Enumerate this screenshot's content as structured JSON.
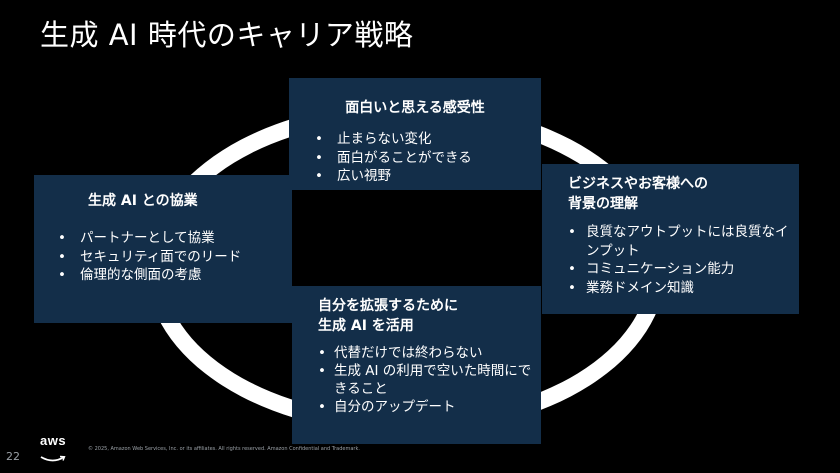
{
  "slide": {
    "title": "生成 AI 時代のキャリア戦略",
    "page_number": "22",
    "logo_text": "aws",
    "copyright": "© 2025, Amazon Web Services, Inc. or its affiliates. All rights reserved. Amazon Confidential and Trademark."
  },
  "boxes": {
    "top": {
      "heading": "面白いと思える感受性",
      "items": [
        "止まらない変化",
        "面白がることができる",
        "広い視野"
      ]
    },
    "left": {
      "heading": "生成 AI との協業",
      "items": [
        "パートナーとして協業",
        "セキュリティ面でのリード",
        "倫理的な側面の考慮"
      ]
    },
    "right": {
      "heading_line1": "ビジネスやお客様への",
      "heading_line2": "背景の理解",
      "items": [
        "良質なアウトプットには良質なインプット",
        "コミュニケーション能力",
        "業務ドメイン知識"
      ]
    },
    "bottom": {
      "heading_line1": "自分を拡張するために",
      "heading_line2": "生成 AI を活用",
      "items": [
        "代替だけでは終わらない",
        "生成 AI の利用で空いた時間にできること",
        "自分のアップデート"
      ]
    }
  },
  "colors": {
    "background": "#000000",
    "box": "#132e49",
    "ring": "#ffffff"
  }
}
